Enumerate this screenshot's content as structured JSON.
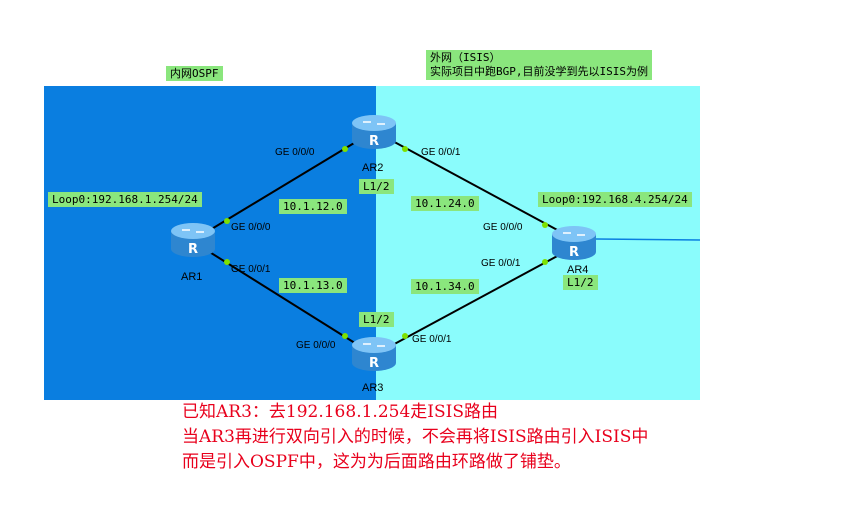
{
  "regions": {
    "ospf_label": "内网OSPF",
    "isis_label_line1": "外网（ISIS）",
    "isis_label_line2": "实际项目中跑BGP,目前没学到先以ISIS为例",
    "ospf_color": "#0a7ee0",
    "isis_color": "#8afcfc"
  },
  "routers": {
    "ar1": "AR1",
    "ar2": "AR2",
    "ar3": "AR3",
    "ar4": "AR4"
  },
  "interfaces": {
    "ar2_left": "GE 0/0/0",
    "ar2_right": "GE 0/0/1",
    "ar1_top": "GE 0/0/0",
    "ar1_bottom": "GE 0/0/1",
    "ar3_left": "GE 0/0/0",
    "ar3_right": "GE 0/0/1",
    "ar4_top": "GE 0/0/0",
    "ar4_bottom": "GE 0/0/1"
  },
  "tags": {
    "loop_ar1": "Loop0:192.168.1.254/24",
    "loop_ar4": "Loop0:192.168.4.254/24",
    "net_12": "10.1.12.0",
    "net_13": "10.1.13.0",
    "net_24": "10.1.24.0",
    "net_34": "10.1.34.0",
    "level_ar2": "L1/2",
    "level_ar3": "L1/2",
    "level_ar4": "L1/2"
  },
  "note": {
    "line1": "已知AR3：去192.168.1.254走ISIS路由",
    "line2": "当AR3再进行双向引入的时候，不会再将ISIS路由引入ISIS中",
    "line3": "而是引入OSPF中，这为为后面路由环路做了铺垫。"
  },
  "colors": {
    "tag_bg": "#8ae67d",
    "note_text": "#e8001c",
    "port_dot": "#7ee000",
    "router_body": "#3a96d8"
  }
}
